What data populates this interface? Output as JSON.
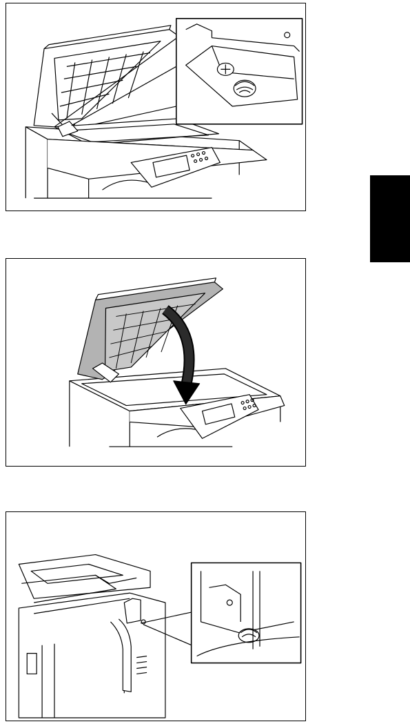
{
  "page": {
    "figures": [
      {
        "id": "fig1",
        "name": "illustration-adf-open-screw-detail"
      },
      {
        "id": "fig2",
        "name": "illustration-adf-closing"
      },
      {
        "id": "fig3",
        "name": "illustration-rear-side-screw-detail"
      }
    ],
    "thumb_tab": {
      "color": "#000000"
    }
  }
}
